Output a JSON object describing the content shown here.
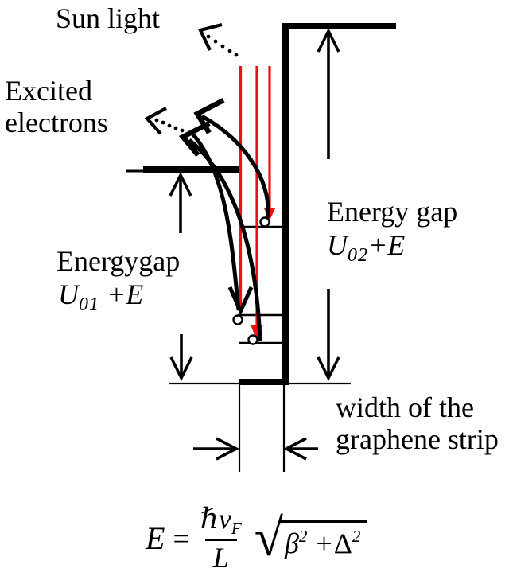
{
  "colors": {
    "ink": "#000000",
    "photon_red": "#ee1111",
    "background": "#ffffff"
  },
  "labels": {
    "sun_light": "Sun light",
    "excited_line1": "Excited",
    "excited_line2": "electrons",
    "left_gap_title": "Energygap",
    "left_gap_formula": {
      "base": "U",
      "sub": "01",
      "rest": " +E"
    },
    "right_gap_title": "Energy gap",
    "right_gap_formula": {
      "base": "U",
      "sub": "02",
      "rest": "+E"
    },
    "width_line1": "width of the",
    "width_line2": "graphene strip"
  },
  "equation": {
    "lhs": "E",
    "equals": "=",
    "numerator_base": "ℏv",
    "numerator_sub": "F",
    "denominator": "L",
    "radical": "√",
    "term1_base": "β",
    "term1_exp": "2",
    "operator": "+",
    "term2_base": "Δ",
    "term2_exp": "2"
  },
  "diagram_notes": {
    "photon_arrow_count": 3,
    "electron_circle_count": 3,
    "energy_level_count": 3
  }
}
